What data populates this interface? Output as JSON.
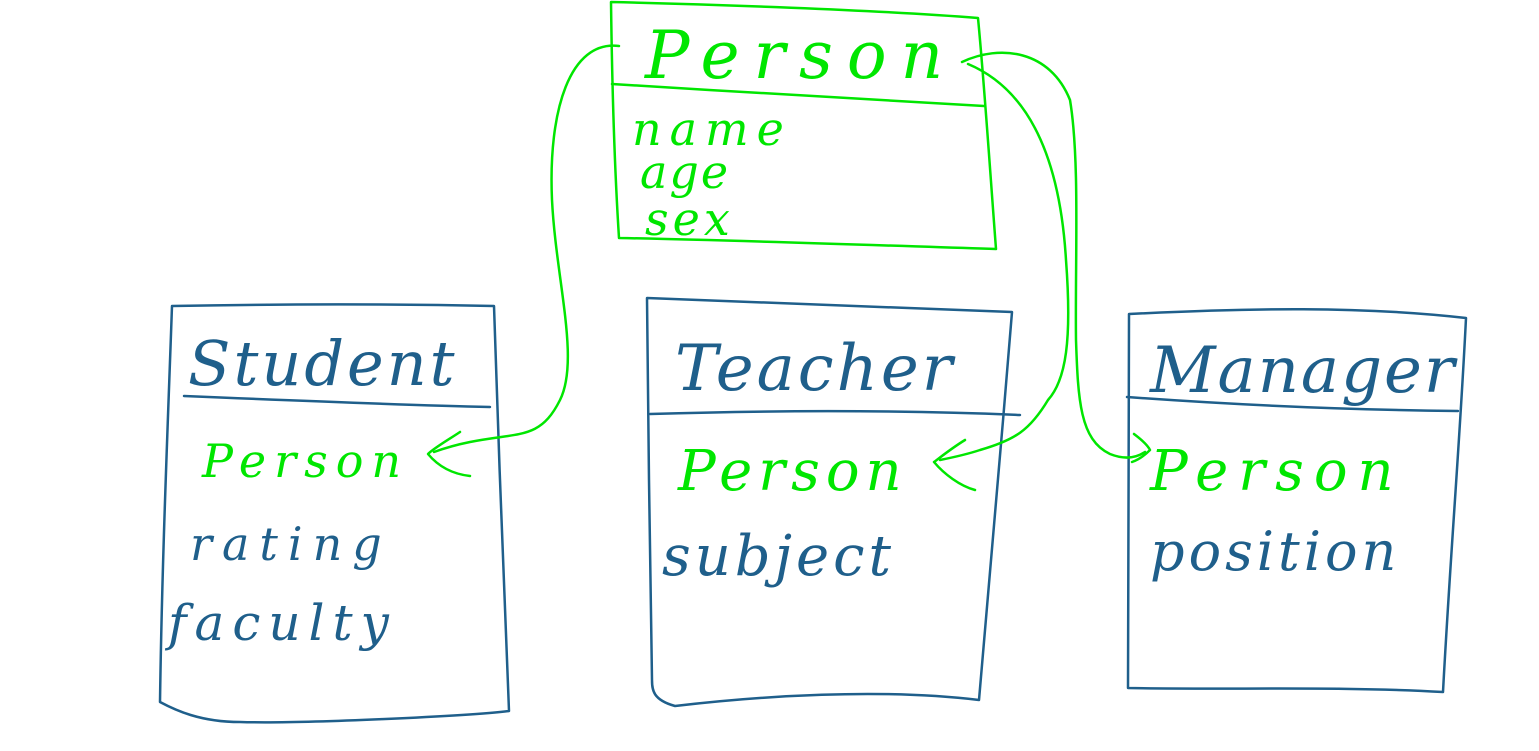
{
  "colors": {
    "background": "#ffffff",
    "parent_ink": "#00e600",
    "child_ink": "#1f5f8b"
  },
  "parent": {
    "title": "Person",
    "fields": [
      "name",
      "age",
      "sex"
    ]
  },
  "children": [
    {
      "title": "Student",
      "inherits": "Person",
      "fields": [
        "rating",
        "faculty"
      ]
    },
    {
      "title": "Teacher",
      "inherits": "Person",
      "fields": [
        "subject"
      ]
    },
    {
      "title": "Manager",
      "inherits": "Person",
      "fields": [
        "position"
      ]
    }
  ]
}
